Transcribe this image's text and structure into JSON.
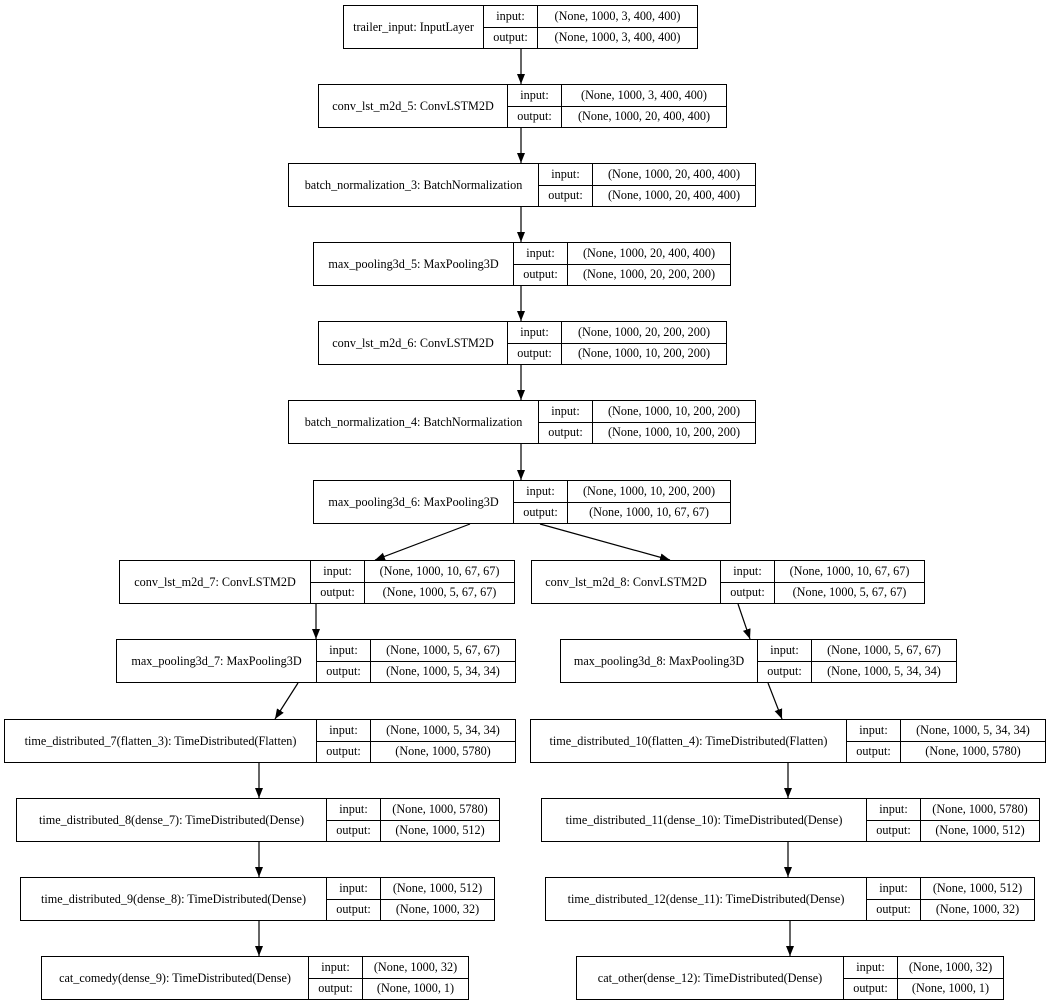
{
  "io_labels": {
    "input": "input:",
    "output": "output:"
  },
  "layers": [
    {
      "id": "trailer_input",
      "name": "trailer_input: InputLayer",
      "input": "(None, 1000, 3, 400, 400)",
      "output": "(None, 1000, 3, 400, 400)"
    },
    {
      "id": "conv_lst_m2d_5",
      "name": "conv_lst_m2d_5: ConvLSTM2D",
      "input": "(None, 1000, 3, 400, 400)",
      "output": "(None, 1000, 20, 400, 400)"
    },
    {
      "id": "batch_normalization_3",
      "name": "batch_normalization_3: BatchNormalization",
      "input": "(None, 1000, 20, 400, 400)",
      "output": "(None, 1000, 20, 400, 400)"
    },
    {
      "id": "max_pooling3d_5",
      "name": "max_pooling3d_5: MaxPooling3D",
      "input": "(None, 1000, 20, 400, 400)",
      "output": "(None, 1000, 20, 200, 200)"
    },
    {
      "id": "conv_lst_m2d_6",
      "name": "conv_lst_m2d_6: ConvLSTM2D",
      "input": "(None, 1000, 20, 200, 200)",
      "output": "(None, 1000, 10, 200, 200)"
    },
    {
      "id": "batch_normalization_4",
      "name": "batch_normalization_4: BatchNormalization",
      "input": "(None, 1000, 10, 200, 200)",
      "output": "(None, 1000, 10, 200, 200)"
    },
    {
      "id": "max_pooling3d_6",
      "name": "max_pooling3d_6: MaxPooling3D",
      "input": "(None, 1000, 10, 200, 200)",
      "output": "(None, 1000, 10, 67, 67)"
    },
    {
      "id": "conv_lst_m2d_7",
      "name": "conv_lst_m2d_7: ConvLSTM2D",
      "input": "(None, 1000, 10, 67, 67)",
      "output": "(None, 1000, 5, 67, 67)"
    },
    {
      "id": "conv_lst_m2d_8",
      "name": "conv_lst_m2d_8: ConvLSTM2D",
      "input": "(None, 1000, 10, 67, 67)",
      "output": "(None, 1000, 5, 67, 67)"
    },
    {
      "id": "max_pooling3d_7",
      "name": "max_pooling3d_7: MaxPooling3D",
      "input": "(None, 1000, 5, 67, 67)",
      "output": "(None, 1000, 5, 34, 34)"
    },
    {
      "id": "max_pooling3d_8",
      "name": "max_pooling3d_8: MaxPooling3D",
      "input": "(None, 1000, 5, 67, 67)",
      "output": "(None, 1000, 5, 34, 34)"
    },
    {
      "id": "time_distributed_7",
      "name": "time_distributed_7(flatten_3): TimeDistributed(Flatten)",
      "input": "(None, 1000, 5, 34, 34)",
      "output": "(None, 1000, 5780)"
    },
    {
      "id": "time_distributed_10",
      "name": "time_distributed_10(flatten_4): TimeDistributed(Flatten)",
      "input": "(None, 1000, 5, 34, 34)",
      "output": "(None, 1000, 5780)"
    },
    {
      "id": "time_distributed_8",
      "name": "time_distributed_8(dense_7): TimeDistributed(Dense)",
      "input": "(None, 1000, 5780)",
      "output": "(None, 1000, 512)"
    },
    {
      "id": "time_distributed_11",
      "name": "time_distributed_11(dense_10): TimeDistributed(Dense)",
      "input": "(None, 1000, 5780)",
      "output": "(None, 1000, 512)"
    },
    {
      "id": "time_distributed_9",
      "name": "time_distributed_9(dense_8): TimeDistributed(Dense)",
      "input": "(None, 1000, 512)",
      "output": "(None, 1000, 32)"
    },
    {
      "id": "time_distributed_12",
      "name": "time_distributed_12(dense_11): TimeDistributed(Dense)",
      "input": "(None, 1000, 512)",
      "output": "(None, 1000, 32)"
    },
    {
      "id": "cat_comedy",
      "name": "cat_comedy(dense_9): TimeDistributed(Dense)",
      "input": "(None, 1000, 32)",
      "output": "(None, 1000, 1)"
    },
    {
      "id": "cat_other",
      "name": "cat_other(dense_12): TimeDistributed(Dense)",
      "input": "(None, 1000, 32)",
      "output": "(None, 1000, 1)"
    }
  ],
  "edges": [
    {
      "from": "trailer_input",
      "to": "conv_lst_m2d_5"
    },
    {
      "from": "conv_lst_m2d_5",
      "to": "batch_normalization_3"
    },
    {
      "from": "batch_normalization_3",
      "to": "max_pooling3d_5"
    },
    {
      "from": "max_pooling3d_5",
      "to": "conv_lst_m2d_6"
    },
    {
      "from": "conv_lst_m2d_6",
      "to": "batch_normalization_4"
    },
    {
      "from": "batch_normalization_4",
      "to": "max_pooling3d_6"
    },
    {
      "from": "max_pooling3d_6",
      "to": "conv_lst_m2d_7"
    },
    {
      "from": "max_pooling3d_6",
      "to": "conv_lst_m2d_8"
    },
    {
      "from": "conv_lst_m2d_7",
      "to": "max_pooling3d_7"
    },
    {
      "from": "conv_lst_m2d_8",
      "to": "max_pooling3d_8"
    },
    {
      "from": "max_pooling3d_7",
      "to": "time_distributed_7"
    },
    {
      "from": "max_pooling3d_8",
      "to": "time_distributed_10"
    },
    {
      "from": "time_distributed_7",
      "to": "time_distributed_8"
    },
    {
      "from": "time_distributed_10",
      "to": "time_distributed_11"
    },
    {
      "from": "time_distributed_8",
      "to": "time_distributed_9"
    },
    {
      "from": "time_distributed_11",
      "to": "time_distributed_12"
    },
    {
      "from": "time_distributed_9",
      "to": "cat_comedy"
    },
    {
      "from": "time_distributed_12",
      "to": "cat_other"
    }
  ]
}
